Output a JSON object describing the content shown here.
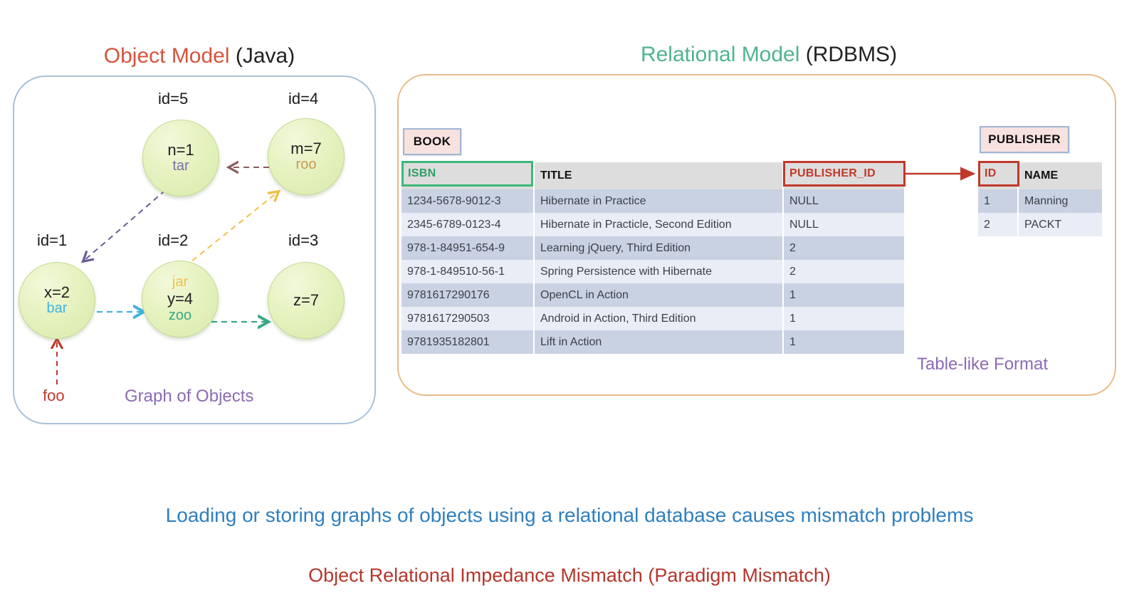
{
  "titles": {
    "object_model_accent": "Object Model",
    "object_model_rest": " (Java)",
    "relational_model_accent": "Relational Model",
    "relational_model_rest": " (RDBMS)"
  },
  "object_model": {
    "caption": "Graph of Objects",
    "nodes": [
      {
        "id_label": "id=5",
        "value": "n=1",
        "ref": "tar",
        "ref_color": "#7a6fa8"
      },
      {
        "id_label": "id=4",
        "value": "m=7",
        "ref": "roo",
        "ref_color": "#c79a52"
      },
      {
        "id_label": "id=1",
        "value": "x=2",
        "ref": "bar",
        "ref_color": "#3fb4e0"
      },
      {
        "id_label": "id=2",
        "value": "y=4",
        "ref": "zoo",
        "ref_color": "#3aa882",
        "ref_top": "jar",
        "ref_top_color": "#f0c14b"
      },
      {
        "id_label": "id=3",
        "value": "z=7",
        "ref": "",
        "ref_color": "#000000"
      }
    ],
    "external_ref": "foo",
    "edge_colors": {
      "tar": "#6b5b95",
      "roo": "#8a5a5a",
      "bar": "#3fb4e0",
      "zoo": "#3aa882",
      "jar": "#f0c14b",
      "foo": "#c0392b"
    }
  },
  "relational_model": {
    "table_format_label": "Table-like Format",
    "book": {
      "entity_name": "BOOK",
      "headers": [
        "ISBN",
        "TITLE",
        "PUBLISHER_ID"
      ],
      "rows": [
        [
          "1234-5678-9012-3",
          "Hibernate in Practice",
          "NULL"
        ],
        [
          "2345-6789-0123-4",
          "Hibernate in Practicle, Second Edition",
          "NULL"
        ],
        [
          "978-1-84951-654-9",
          "Learning jQuery, Third Edition",
          "2"
        ],
        [
          "978-1-849510-56-1",
          "Spring Persistence with Hibernate",
          "2"
        ],
        [
          "9781617290176",
          "OpenCL in Action",
          "1"
        ],
        [
          "9781617290503",
          "Android in Action, Third Edition",
          "1"
        ],
        [
          "9781935182801",
          "Lift in Action",
          "1"
        ]
      ]
    },
    "publisher": {
      "entity_name": "PUBLISHER",
      "headers": [
        "ID",
        "NAME"
      ],
      "rows": [
        [
          "1",
          "Manning"
        ],
        [
          "2",
          "PACKT"
        ]
      ]
    },
    "key_colors": {
      "primary_key": "#3cb878",
      "foreign_key": "#c0392b"
    }
  },
  "captions": {
    "blue": "Loading or storing graphs of objects using a relational database causes mismatch problems",
    "red": "Object Relational Impedance Mismatch (Paradigm Mismatch)"
  }
}
